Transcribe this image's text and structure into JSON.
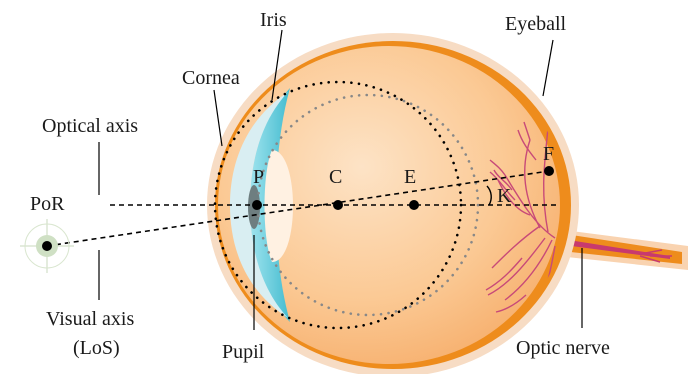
{
  "labels": {
    "iris": "Iris",
    "eyeball": "Eyeball",
    "cornea": "Cornea",
    "optical_axis": "Optical axis",
    "por": "PoR",
    "visual_axis_line1": "Visual axis",
    "visual_axis_line2": "(LoS)",
    "pupil": "Pupil",
    "optic_nerve": "Optic nerve"
  },
  "points": {
    "p": "P",
    "c": "C",
    "e": "E",
    "f": "F",
    "k": "K"
  },
  "colors": {
    "sclera_outer": "#f7dcc4",
    "eyeball_rim": "#ee8c1c",
    "eyeball_fill": "#fac38d",
    "eyeball_highlight": "#fde3c6",
    "iris": "#58c8d8",
    "lens": "#fff1e2",
    "pupil": "#6e7e80",
    "vessels": "#c84a78",
    "optic_nerve": "#e88a1e",
    "optic_nerve_core": "#c83a6e",
    "target_fill": "#cfe0c4",
    "line": "#000000"
  }
}
